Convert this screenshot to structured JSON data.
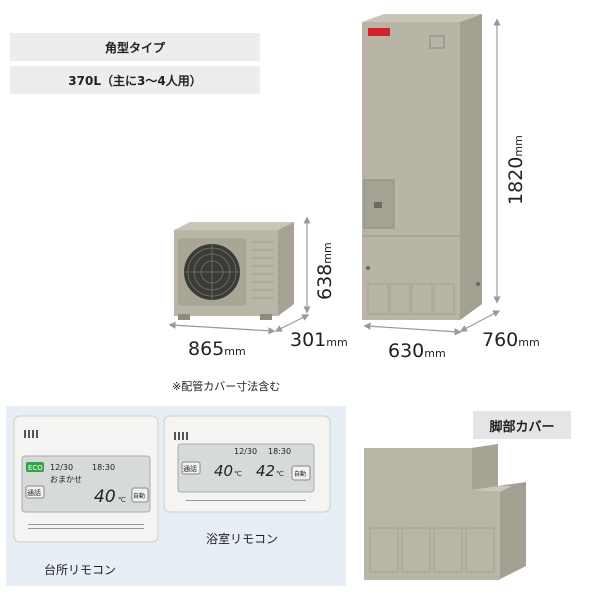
{
  "spec": {
    "type": "角型タイプ",
    "capacity": "370L（主に3〜4人用）"
  },
  "dimensions": {
    "outdoor_width": {
      "value": "865",
      "unit": "mm"
    },
    "outdoor_depth": {
      "value": "301",
      "unit": "mm"
    },
    "outdoor_height": {
      "value": "638",
      "unit": "mm"
    },
    "tank_width": {
      "value": "630",
      "unit": "mm"
    },
    "tank_depth": {
      "value": "760",
      "unit": "mm"
    },
    "tank_height": {
      "value": "1820",
      "unit": "mm"
    }
  },
  "note": "※配管カバー寸法含む",
  "remotes": {
    "kitchen_label": "台所リモコン",
    "bathroom_label": "浴室リモコン",
    "kitchen_display": {
      "date": "12/30",
      "time": "18:30",
      "temp": "40",
      "unit": "℃",
      "mode": "おまかせ",
      "call": "通話",
      "auto": "自動",
      "eco": "ECO"
    },
    "bathroom_display": {
      "date": "12/30",
      "time": "18:30",
      "temp1": "40",
      "temp2": "42",
      "unit": "℃",
      "call": "通話",
      "auto": "自動"
    }
  },
  "leg_cover": {
    "title": "脚部カバー"
  },
  "colors": {
    "unit_body": "#b7b4a5",
    "unit_dark": "#9e9a8a",
    "panel_bg": "#e8eef6",
    "brand_red": "#d4222a"
  }
}
